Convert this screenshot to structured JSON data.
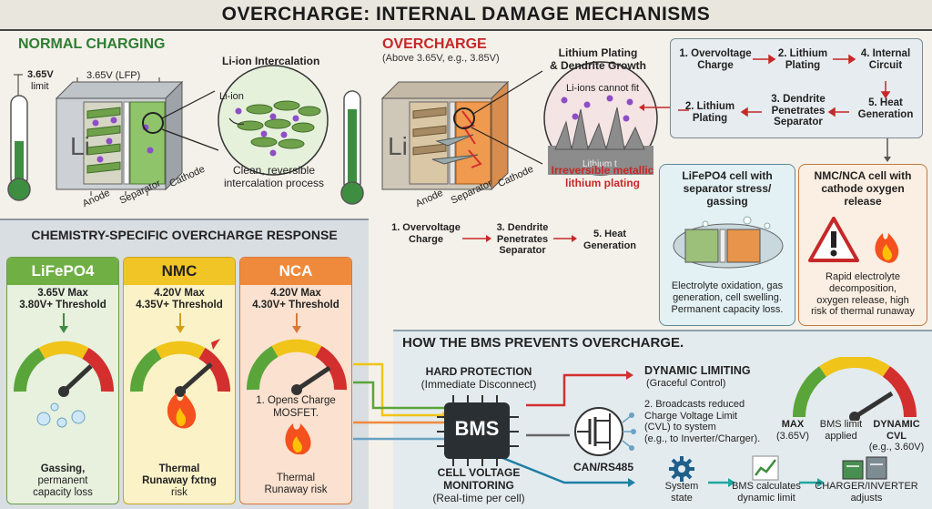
{
  "title": "OVERCHARGE: INTERNAL DAMAGE MECHANISMS",
  "normal": {
    "heading": "NORMAL CHARGING",
    "limit_value": "3.65V",
    "limit_label": "limit",
    "lfp_label": "3.65V (LFP)",
    "cell_letter": "Li",
    "zoom_title": "Li-ion Intercalation",
    "li_ion": "Li-ion",
    "caption_1": "Clean, reversible",
    "caption_2": "intercalation process",
    "anode": "Anode",
    "separator": "Separator",
    "cathode": "Cathode"
  },
  "overcharge": {
    "heading": "OVERCHARGE",
    "subheading": "(Above 3.65V, e.g., 3.85V)",
    "cell_letter": "Li",
    "zoom_title_1": "Lithium Plating",
    "zoom_title_2": "& Dendrite Growth",
    "zoom_note": "Li-ions cannot fit",
    "zoom_metal": "Lithium t",
    "irreversible_1": "Irreversible metallic",
    "irreversible_2": "lithium plating",
    "anode": "Anode",
    "separator": "Separator",
    "cathode": "Cathode",
    "flow_1a": "1. Overvoltage",
    "flow_1b": "Charge",
    "flow_3a": "3. Dendrite",
    "flow_3b": "Penetrates",
    "flow_3c": "Separator",
    "flow_5a": "5. Heat",
    "flow_5b": "Generation"
  },
  "flow_box": {
    "s1a": "1. Overvoltage",
    "s1b": "Charge",
    "s2a": "2. Lithium",
    "s2b": "Plating",
    "s4a": "4. Internal",
    "s4b": "Circuit",
    "s2ba": "2. Lithium",
    "s2bb": "Plating",
    "s3a": "3. Dendrite",
    "s3b": "Penetrates",
    "s3c": "Separator",
    "s5a": "5. Heat",
    "s5b": "Generation"
  },
  "lfp_box": {
    "title_1": "LiFePO4 cell with",
    "title_2": "separator stress/",
    "title_3": "gassing",
    "desc_1": "Electrolyte oxidation, gas",
    "desc_2": "generation, cell swelling.",
    "desc_3": "Permanent capacity loss."
  },
  "nmc_box": {
    "title_1": "NMC/NCA cell with",
    "title_2": "cathode oxygen",
    "title_3": "release",
    "desc_1": "Rapid electrolyte",
    "desc_2": "decomposition,",
    "desc_3": "oxygen release, high",
    "desc_4": "risk of thermal runaway"
  },
  "chemistry": {
    "title": "CHEMISTRY-SPECIFIC OVERCHARGE RESPONSE",
    "cards": [
      {
        "name": "LiFePO4",
        "max": "3.65V Max",
        "threshold": "3.80V+ Threshold",
        "foot_1": "Gassing,",
        "foot_2": "permanent",
        "foot_3": "capacity loss"
      },
      {
        "name": "NMC",
        "max": "4.20V Max",
        "threshold": "4.35V+ Threshold",
        "foot_1": "Thermal",
        "foot_2": "Runaway fxtng",
        "foot_3": "risk"
      },
      {
        "name": "NCA",
        "max": "4.20V Max",
        "threshold": "4.30V+ Threshold",
        "note_1": "1. Opens Charge",
        "note_2": "MOSFET.",
        "foot_1": "Thermal",
        "foot_2": "Runaway risk"
      }
    ]
  },
  "bms": {
    "title": "HOW THE BMS PREVENTS OVERCHARGE.",
    "chip": "BMS",
    "hard_1": "HARD PROTECTION",
    "hard_2": "(Immediate Disconnect)",
    "cell_1": "CELL VOLTAGE",
    "cell_2": "MONITORING",
    "cell_3": "(Real-time per cell)",
    "dyn_1": "DYNAMIC LIMITING",
    "dyn_2": "(Graceful Control)",
    "dyn_3": "2. Broadcasts reduced",
    "dyn_4": "Charge Voltage Limit",
    "dyn_5": "(CVL) to system",
    "dyn_6": "(e.g., to Inverter/Charger).",
    "can": "CAN/RS485",
    "sys_1": "System",
    "sys_2": "state",
    "calc_1": "BMS calculates",
    "calc_2": "dynamic limit",
    "charger_1": "CHARGER/INVERTER",
    "charger_2": "adjusts",
    "max_1": "MAX",
    "max_2": "(3.65V)",
    "applied_1": "BMS limit",
    "applied_2": "applied",
    "dcvl_1": "DYNAMIC CVL",
    "dcvl_2": "(e.g., 3.60V)"
  }
}
